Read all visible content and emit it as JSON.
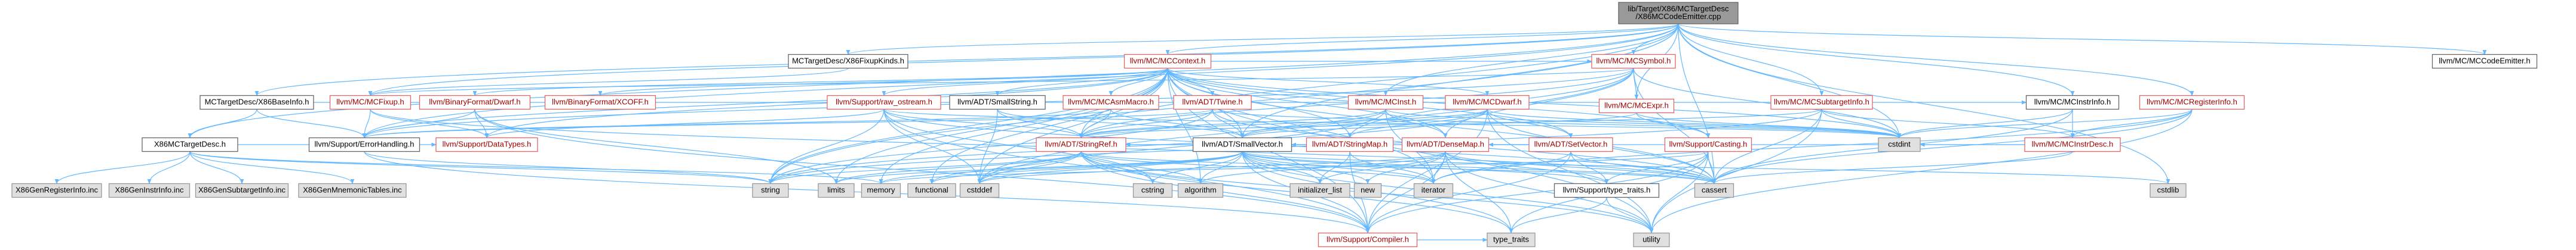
{
  "colors": {
    "root_fill": "#999999",
    "root_stroke": "#666666",
    "linked_fill": "#ffffff",
    "linked_stroke": "#666666",
    "red_fill": "#ffffff",
    "red_stroke": "#e06666",
    "red_text": "#a00000",
    "ext_fill": "#e0e0e0",
    "ext_stroke": "#999999",
    "edge": "#63B8FF",
    "text": "#000000"
  },
  "diagram": {
    "nodes": [
      {
        "id": "root",
        "lines": [
          "lib/Target/X86/MCTargetDesc",
          "/X86MCCodeEmitter.cpp"
        ],
        "style": "root"
      },
      {
        "id": "x86fixupkinds",
        "lines": [
          "MCTargetDesc/X86FixupKinds.h"
        ],
        "style": "linked"
      },
      {
        "id": "mccontext",
        "lines": [
          "llvm/MC/MCContext.h"
        ],
        "style": "red"
      },
      {
        "id": "mcsymbol",
        "lines": [
          "llvm/MC/MCSymbol.h"
        ],
        "style": "red"
      },
      {
        "id": "mccodeemitter",
        "lines": [
          "llvm/MC/MCCodeEmitter.h"
        ],
        "style": "linked"
      },
      {
        "id": "x86baseinfo",
        "lines": [
          "MCTargetDesc/X86BaseInfo.h"
        ],
        "style": "linked"
      },
      {
        "id": "mcfixup",
        "lines": [
          "llvm/MC/MCFixup.h"
        ],
        "style": "red"
      },
      {
        "id": "binaryformatdwarf",
        "lines": [
          "llvm/BinaryFormat/Dwarf.h"
        ],
        "style": "red"
      },
      {
        "id": "xcoff",
        "lines": [
          "llvm/BinaryFormat/XCOFF.h"
        ],
        "style": "red"
      },
      {
        "id": "rawostream",
        "lines": [
          "llvm/Support/raw_ostream.h"
        ],
        "style": "red"
      },
      {
        "id": "smallstring",
        "lines": [
          "llvm/ADT/SmallString.h"
        ],
        "style": "linked"
      },
      {
        "id": "mcasmmacro",
        "lines": [
          "llvm/MC/MCAsmMacro.h"
        ],
        "style": "red"
      },
      {
        "id": "twine",
        "lines": [
          "llvm/ADT/Twine.h"
        ],
        "style": "red"
      },
      {
        "id": "mcinst",
        "lines": [
          "llvm/MC/MCInst.h"
        ],
        "style": "red"
      },
      {
        "id": "mcdwarf",
        "lines": [
          "llvm/MC/MCDwarf.h"
        ],
        "style": "red"
      },
      {
        "id": "mcexpr",
        "lines": [
          "llvm/MC/MCExpr.h"
        ],
        "style": "red"
      },
      {
        "id": "mcsubtargetinfo",
        "lines": [
          "llvm/MC/MCSubtargetInfo.h"
        ],
        "style": "red"
      },
      {
        "id": "mcinstrinfo",
        "lines": [
          "llvm/MC/MCInstrInfo.h"
        ],
        "style": "linked"
      },
      {
        "id": "mcregisterinfo",
        "lines": [
          "llvm/MC/MCRegisterInfo.h"
        ],
        "style": "red"
      },
      {
        "id": "x86mctargetdesc",
        "lines": [
          "X86MCTargetDesc.h"
        ],
        "style": "linked"
      },
      {
        "id": "errorhandling",
        "lines": [
          "llvm/Support/ErrorHandling.h"
        ],
        "style": "linked"
      },
      {
        "id": "datatypes",
        "lines": [
          "llvm/Support/DataTypes.h"
        ],
        "style": "red"
      },
      {
        "id": "stringref",
        "lines": [
          "llvm/ADT/StringRef.h"
        ],
        "style": "red"
      },
      {
        "id": "smallvector",
        "lines": [
          "llvm/ADT/SmallVector.h"
        ],
        "style": "linked"
      },
      {
        "id": "stringmap",
        "lines": [
          "llvm/ADT/StringMap.h"
        ],
        "style": "red"
      },
      {
        "id": "densemap",
        "lines": [
          "llvm/ADT/DenseMap.h"
        ],
        "style": "red"
      },
      {
        "id": "setvector",
        "lines": [
          "llvm/ADT/SetVector.h"
        ],
        "style": "red"
      },
      {
        "id": "casting",
        "lines": [
          "llvm/Support/Casting.h"
        ],
        "style": "red"
      },
      {
        "id": "cstdint",
        "lines": [
          "cstdint"
        ],
        "style": "ext"
      },
      {
        "id": "mcinstrdesc",
        "lines": [
          "llvm/MC/MCInstrDesc.h"
        ],
        "style": "red"
      },
      {
        "id": "x86genregisterinfo",
        "lines": [
          "X86GenRegisterInfo.inc"
        ],
        "style": "ext"
      },
      {
        "id": "x86geninstrinfo",
        "lines": [
          "X86GenInstrInfo.inc"
        ],
        "style": "ext"
      },
      {
        "id": "x86gensubtargetinfo",
        "lines": [
          "X86GenSubtargetInfo.inc"
        ],
        "style": "ext"
      },
      {
        "id": "x86genmnemonictables",
        "lines": [
          "X86GenMnemonicTables.inc"
        ],
        "style": "ext"
      },
      {
        "id": "string",
        "lines": [
          "string"
        ],
        "style": "ext"
      },
      {
        "id": "limits",
        "lines": [
          "limits"
        ],
        "style": "ext"
      },
      {
        "id": "memory",
        "lines": [
          "memory"
        ],
        "style": "ext"
      },
      {
        "id": "functional",
        "lines": [
          "functional"
        ],
        "style": "ext"
      },
      {
        "id": "cstddef",
        "lines": [
          "cstddef"
        ],
        "style": "ext"
      },
      {
        "id": "cstring",
        "lines": [
          "cstring"
        ],
        "style": "ext"
      },
      {
        "id": "algorithm",
        "lines": [
          "algorithm"
        ],
        "style": "ext"
      },
      {
        "id": "initializer_list",
        "lines": [
          "initializer_list"
        ],
        "style": "ext"
      },
      {
        "id": "new",
        "lines": [
          "new"
        ],
        "style": "ext"
      },
      {
        "id": "iterator",
        "lines": [
          "iterator"
        ],
        "style": "ext"
      },
      {
        "id": "typetraits",
        "lines": [
          "llvm/Support/type_traits.h"
        ],
        "style": "linked"
      },
      {
        "id": "cassert",
        "lines": [
          "cassert"
        ],
        "style": "ext"
      },
      {
        "id": "cstdlib",
        "lines": [
          "cstdlib"
        ],
        "style": "ext"
      },
      {
        "id": "compiler",
        "lines": [
          "llvm/Support/Compiler.h"
        ],
        "style": "red"
      },
      {
        "id": "type_traits",
        "lines": [
          "type_traits"
        ],
        "style": "ext"
      },
      {
        "id": "utility",
        "lines": [
          "utility"
        ],
        "style": "ext"
      }
    ],
    "edges": [
      [
        "root",
        "x86fixupkinds"
      ],
      [
        "root",
        "mccontext"
      ],
      [
        "root",
        "mcsymbol"
      ],
      [
        "root",
        "mccodeemitter"
      ],
      [
        "root",
        "x86baseinfo"
      ],
      [
        "root",
        "mcfixup"
      ],
      [
        "root",
        "mcexpr"
      ],
      [
        "root",
        "mcinst"
      ],
      [
        "root",
        "mcinstrinfo"
      ],
      [
        "root",
        "mcregisterinfo"
      ],
      [
        "root",
        "mcsubtargetinfo"
      ],
      [
        "root",
        "x86mctargetdesc"
      ],
      [
        "root",
        "smallvector"
      ],
      [
        "root",
        "errorhandling"
      ],
      [
        "root",
        "cassert"
      ],
      [
        "root",
        "cstdint"
      ],
      [
        "root",
        "cstdlib"
      ],
      [
        "root",
        "stringref"
      ],
      [
        "root",
        "string"
      ],
      [
        "x86fixupkinds",
        "mcfixup"
      ],
      [
        "x86baseinfo",
        "x86mctargetdesc"
      ],
      [
        "x86baseinfo",
        "errorhandling"
      ],
      [
        "x86baseinfo",
        "mcinstrinfo"
      ],
      [
        "x86mctargetdesc",
        "datatypes"
      ],
      [
        "x86mctargetdesc",
        "memory"
      ],
      [
        "x86mctargetdesc",
        "string"
      ],
      [
        "x86mctargetdesc",
        "x86genregisterinfo"
      ],
      [
        "x86mctargetdesc",
        "x86geninstrinfo"
      ],
      [
        "x86mctargetdesc",
        "x86gensubtargetinfo"
      ],
      [
        "x86mctargetdesc",
        "x86genmnemonictables"
      ],
      [
        "mccontext",
        "binaryformatdwarf"
      ],
      [
        "mccontext",
        "xcoff"
      ],
      [
        "mccontext",
        "rawostream"
      ],
      [
        "mccontext",
        "smallstring"
      ],
      [
        "mccontext",
        "mcasmmacro"
      ],
      [
        "mccontext",
        "twine"
      ],
      [
        "mccontext",
        "mcdwarf"
      ],
      [
        "mccontext",
        "stringref"
      ],
      [
        "mccontext",
        "smallvector"
      ],
      [
        "mccontext",
        "stringmap"
      ],
      [
        "mccontext",
        "densemap"
      ],
      [
        "mccontext",
        "setvector"
      ],
      [
        "mccontext",
        "casting"
      ],
      [
        "mccontext",
        "cstddef"
      ],
      [
        "mccontext",
        "cstdint"
      ],
      [
        "mccontext",
        "functional"
      ],
      [
        "mccontext",
        "memory"
      ],
      [
        "mccontext",
        "string"
      ],
      [
        "mccontext",
        "utility"
      ],
      [
        "mccontext",
        "datatypes"
      ],
      [
        "mccontext",
        "errorhandling"
      ],
      [
        "mccontext",
        "compiler"
      ],
      [
        "mccontext",
        "algorithm"
      ],
      [
        "mccontext",
        "cassert"
      ],
      [
        "mccontext",
        "limits"
      ],
      [
        "mccontext",
        "iterator"
      ],
      [
        "mccontext",
        "mcsymbol"
      ],
      [
        "mcsymbol",
        "mcexpr"
      ],
      [
        "mcsymbol",
        "stringref"
      ],
      [
        "mcsymbol",
        "cstdint"
      ],
      [
        "mcsymbol",
        "cassert"
      ],
      [
        "mcsymbol",
        "cstddef"
      ],
      [
        "mcsymbol",
        "errorhandling"
      ],
      [
        "mcsymbol",
        "mcfixup"
      ],
      [
        "mcsymbol",
        "stringmap"
      ],
      [
        "mcsymbol",
        "densemap"
      ],
      [
        "mcfixup",
        "datatypes"
      ],
      [
        "mcfixup",
        "errorhandling"
      ],
      [
        "mcfixup",
        "cassert"
      ],
      [
        "binaryformatdwarf",
        "datatypes"
      ],
      [
        "binaryformatdwarf",
        "errorhandling"
      ],
      [
        "binaryformatdwarf",
        "compiler"
      ],
      [
        "binaryformatdwarf",
        "limits"
      ],
      [
        "rawostream",
        "stringref"
      ],
      [
        "rawostream",
        "compiler"
      ],
      [
        "rawostream",
        "cstddef"
      ],
      [
        "rawostream",
        "cstdint"
      ],
      [
        "rawostream",
        "cstring"
      ],
      [
        "rawostream",
        "string"
      ],
      [
        "rawostream",
        "cassert"
      ],
      [
        "rawostream",
        "datatypes"
      ],
      [
        "smallstring",
        "smallvector"
      ],
      [
        "smallstring",
        "stringref"
      ],
      [
        "smallstring",
        "cstddef"
      ],
      [
        "mcasmmacro",
        "stringref"
      ],
      [
        "mcasmmacro",
        "smallvector"
      ],
      [
        "mcasmmacro",
        "errorhandling"
      ],
      [
        "twine",
        "smallvector"
      ],
      [
        "twine",
        "stringref"
      ],
      [
        "twine",
        "errorhandling"
      ],
      [
        "twine",
        "cassert"
      ],
      [
        "twine",
        "cstdint"
      ],
      [
        "twine",
        "string"
      ],
      [
        "mcinst",
        "smallvector"
      ],
      [
        "mcinst",
        "stringref"
      ],
      [
        "mcinst",
        "cstddef"
      ],
      [
        "mcinst",
        "cstdint"
      ],
      [
        "mcinst",
        "iterator"
      ],
      [
        "mcinst",
        "densemap"
      ],
      [
        "mcdwarf",
        "stringmap"
      ],
      [
        "mcdwarf",
        "setvector"
      ],
      [
        "mcdwarf",
        "smallvector"
      ],
      [
        "mcdwarf",
        "stringref"
      ],
      [
        "mcdwarf",
        "cassert"
      ],
      [
        "mcdwarf",
        "cstdint"
      ],
      [
        "mcdwarf",
        "string"
      ],
      [
        "mcdwarf",
        "utility"
      ],
      [
        "mcdwarf",
        "compiler"
      ],
      [
        "mcexpr",
        "smallvector"
      ],
      [
        "mcexpr",
        "cstdint"
      ],
      [
        "mcexpr",
        "casting"
      ],
      [
        "mcsubtargetinfo",
        "mcinstrdesc"
      ],
      [
        "mcsubtargetinfo",
        "cstdint"
      ],
      [
        "mcsubtargetinfo",
        "stringref"
      ],
      [
        "mcsubtargetinfo",
        "cassert"
      ],
      [
        "mcsubtargetinfo",
        "string"
      ],
      [
        "mcsubtargetinfo",
        "utility"
      ],
      [
        "mcinstrinfo",
        "mcinstrdesc"
      ],
      [
        "mcinstrinfo",
        "cassert"
      ],
      [
        "mcinstrinfo",
        "cstdint"
      ],
      [
        "mcregisterinfo",
        "mcinstrdesc"
      ],
      [
        "mcregisterinfo",
        "cassert"
      ],
      [
        "mcregisterinfo",
        "cstdint"
      ],
      [
        "mcregisterinfo",
        "utility"
      ],
      [
        "mcregisterinfo",
        "iterator"
      ],
      [
        "mcinstrdesc",
        "cassert"
      ],
      [
        "mcinstrdesc",
        "cstdint"
      ],
      [
        "mcinstrdesc",
        "stringref"
      ],
      [
        "stringref",
        "compiler"
      ],
      [
        "stringref",
        "algorithm"
      ],
      [
        "stringref",
        "cassert"
      ],
      [
        "stringref",
        "cstddef"
      ],
      [
        "stringref",
        "cstring"
      ],
      [
        "stringref",
        "functional"
      ],
      [
        "stringref",
        "iterator"
      ],
      [
        "stringref",
        "limits"
      ],
      [
        "stringref",
        "string"
      ],
      [
        "stringref",
        "type_traits"
      ],
      [
        "stringref",
        "utility"
      ],
      [
        "smallvector",
        "compiler"
      ],
      [
        "smallvector",
        "typetraits"
      ],
      [
        "smallvector",
        "algorithm"
      ],
      [
        "smallvector",
        "cassert"
      ],
      [
        "smallvector",
        "cstddef"
      ],
      [
        "smallvector",
        "cstdlib"
      ],
      [
        "smallvector",
        "cstring"
      ],
      [
        "smallvector",
        "functional"
      ],
      [
        "smallvector",
        "initializer_list"
      ],
      [
        "smallvector",
        "iterator"
      ],
      [
        "smallvector",
        "limits"
      ],
      [
        "smallvector",
        "memory"
      ],
      [
        "smallvector",
        "new"
      ],
      [
        "smallvector",
        "type_traits"
      ],
      [
        "smallvector",
        "utility"
      ],
      [
        "stringmap",
        "stringref"
      ],
      [
        "stringmap",
        "initializer_list"
      ],
      [
        "stringmap",
        "iterator"
      ],
      [
        "stringmap",
        "compiler"
      ],
      [
        "densemap",
        "compiler"
      ],
      [
        "densemap",
        "algorithm"
      ],
      [
        "densemap",
        "cassert"
      ],
      [
        "densemap",
        "cstddef"
      ],
      [
        "densemap",
        "initializer_list"
      ],
      [
        "densemap",
        "iterator"
      ],
      [
        "densemap",
        "new"
      ],
      [
        "densemap",
        "type_traits"
      ],
      [
        "densemap",
        "utility"
      ],
      [
        "densemap",
        "typetraits"
      ],
      [
        "setvector",
        "smallvector"
      ],
      [
        "setvector",
        "densemap"
      ],
      [
        "setvector",
        "compiler"
      ],
      [
        "setvector",
        "cassert"
      ],
      [
        "setvector",
        "iterator"
      ],
      [
        "setvector",
        "typetraits"
      ],
      [
        "casting",
        "compiler"
      ],
      [
        "casting",
        "typetraits"
      ],
      [
        "casting",
        "cassert"
      ],
      [
        "casting",
        "memory"
      ],
      [
        "casting",
        "type_traits"
      ],
      [
        "casting",
        "utility"
      ],
      [
        "errorhandling",
        "compiler"
      ],
      [
        "errorhandling",
        "string"
      ],
      [
        "typetraits",
        "type_traits"
      ],
      [
        "typetraits",
        "utility"
      ],
      [
        "compiler",
        "type_traits"
      ]
    ]
  }
}
